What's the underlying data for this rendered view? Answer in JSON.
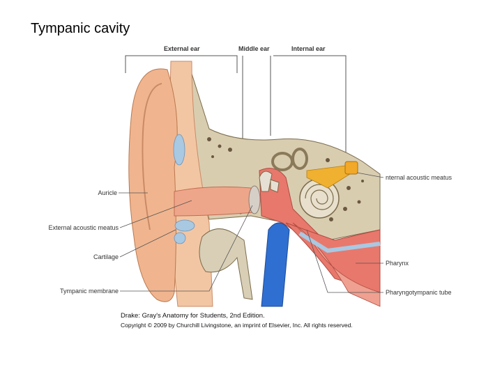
{
  "title": "Tympanic cavity",
  "regions": {
    "external_ear": "External ear",
    "middle_ear": "Middle ear",
    "internal_ear": "Internal ear"
  },
  "labels": {
    "auricle": "Auricle",
    "external_acoustic_meatus": "External acoustic meatus",
    "cartilage": "Cartilage",
    "tympanic_membrane": "Tympanic membrane",
    "internal_acoustic_meatus": "nternal acoustic meatus",
    "pharynx": "Pharynx",
    "pharyngotympanic_tube": "Pharyngotympanic tube"
  },
  "caption": {
    "line1": "Drake: Gray's Anatomy for Students, 2nd Edition.",
    "line2": "Copyright © 2009 by Churchill Livingstone, an imprint of Elsevier, Inc. All rights reserved."
  },
  "colors": {
    "bone": "#d9cdb0",
    "skin": "#f3c6a3",
    "auricle": "#f0b58f",
    "canal": "#eea68a",
    "cartilage_blue": "#a9c8e2",
    "mucosa": "#e8786c",
    "vessel": "#2f6fd1",
    "nerve": "#f0b030",
    "styloid": "#d8cfb6"
  }
}
